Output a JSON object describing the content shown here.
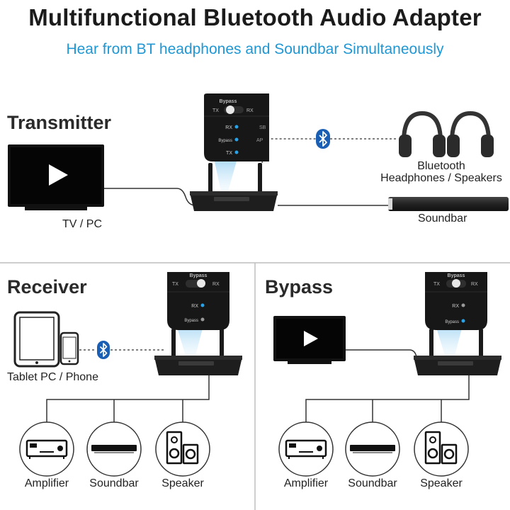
{
  "header": {
    "title": "Multifunctional Bluetooth Audio Adapter",
    "subtitle": "Hear from BT headphones and Soundbar Simultaneously"
  },
  "sections": {
    "transmitter": {
      "title": "Transmitter",
      "source_label": "TV / PC",
      "headphones_label_1": "Bluetooth",
      "headphones_label_2": "Headphones / Speakers",
      "soundbar_label": "Soundbar",
      "switch": {
        "top": "Bypass",
        "left": "TX",
        "right": "RX",
        "leds": [
          "RX",
          "Bypass",
          "TX"
        ],
        "side": [
          "SB",
          "AP"
        ]
      }
    },
    "receiver": {
      "title": "Receiver",
      "source_label": "Tablet PC / Phone",
      "outputs": [
        "Amplifier",
        "Soundbar",
        "Speaker"
      ],
      "switch": {
        "top": "Bypass",
        "left": "TX",
        "right": "RX",
        "leds": [
          "RX",
          "Bypass"
        ]
      }
    },
    "bypass": {
      "title": "Bypass",
      "outputs": [
        "Amplifier",
        "Soundbar",
        "Speaker"
      ],
      "switch": {
        "top": "Bypass",
        "left": "TX",
        "right": "RX",
        "leds": [
          "RX",
          "Bypass"
        ]
      }
    }
  },
  "colors": {
    "accent": "#1f97d4",
    "bluetooth": "#1a5fb4",
    "device": "#1c1c1c",
    "line": "#333333"
  }
}
